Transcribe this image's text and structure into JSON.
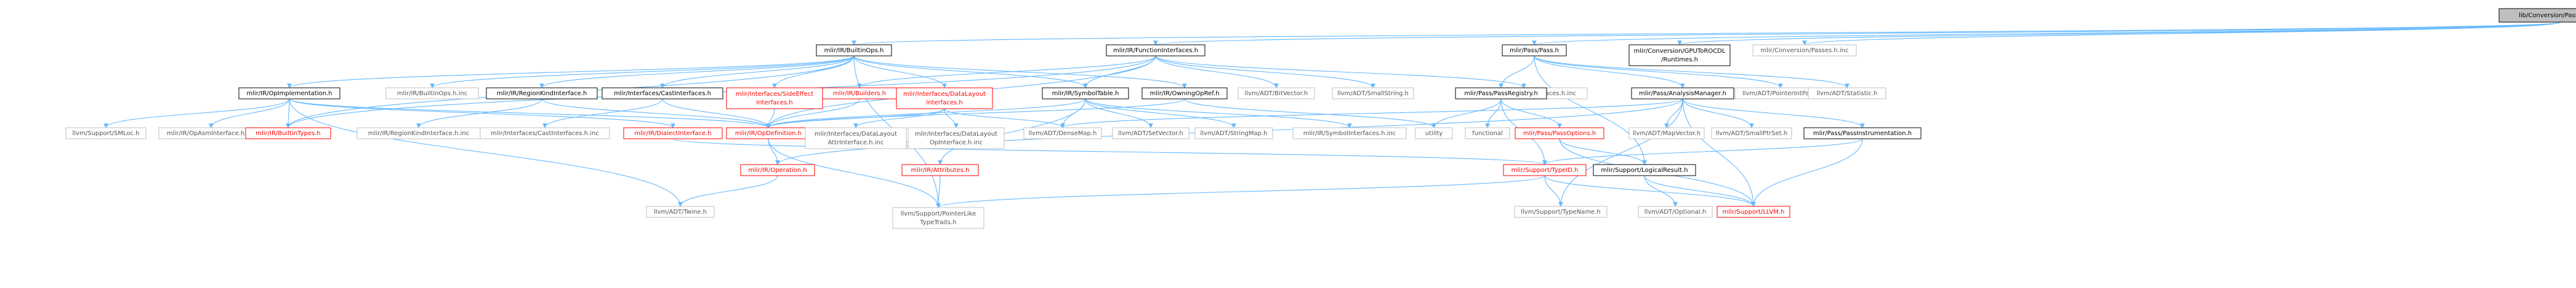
{
  "diagram": {
    "title": "lib/Conversion/PassDetail.h",
    "style": {
      "edge_color": "#63b8ff",
      "root_fill": "#bfbfbf",
      "normal_fill": "#ffffff",
      "normal_border": "#000000",
      "normal_text": "#000000",
      "external_border": "#bfbfbf",
      "external_text": "#555555",
      "truncated_border": "#ff0000",
      "truncated_text": "#ff0000"
    },
    "nodes": [
      {
        "id": "root",
        "label": [
          "lib/Conversion/PassDetail.h"
        ],
        "kind": "root"
      },
      {
        "id": "builtinops",
        "label": [
          "mlir/IR/BuiltinOps.h"
        ],
        "kind": "normal"
      },
      {
        "id": "funcifaces",
        "label": [
          "mlir/IR/FunctionInterfaces.h"
        ],
        "kind": "normal"
      },
      {
        "id": "passh",
        "label": [
          "mlir/Pass/Pass.h"
        ],
        "kind": "normal"
      },
      {
        "id": "gpurocdl",
        "label": [
          "mlir/Conversion/GPUToROCDL",
          "/Runtimes.h"
        ],
        "kind": "normal"
      },
      {
        "id": "convpassesinc",
        "label": [
          "mlir/Conversion/Passes.h.inc"
        ],
        "kind": "external"
      },
      {
        "id": "opimpl",
        "label": [
          "mlir/IR/OpImplementation.h"
        ],
        "kind": "normal"
      },
      {
        "id": "builtinopsinc",
        "label": [
          "mlir/IR/BuiltinOps.h.inc"
        ],
        "kind": "external"
      },
      {
        "id": "regionkind",
        "label": [
          "mlir/IR/RegionKindInterface.h"
        ],
        "kind": "normal"
      },
      {
        "id": "castifaces",
        "label": [
          "mlir/Interfaces/CastInterfaces.h"
        ],
        "kind": "normal"
      },
      {
        "id": "sideeffect",
        "label": [
          "mlir/Interfaces/SideEffect",
          "Interfaces.h"
        ],
        "kind": "truncated"
      },
      {
        "id": "builders",
        "label": [
          "mlir/IR/Builders.h"
        ],
        "kind": "truncated"
      },
      {
        "id": "datalayout",
        "label": [
          "mlir/Interfaces/DataLayout",
          "Interfaces.h"
        ],
        "kind": "truncated"
      },
      {
        "id": "symboltable",
        "label": [
          "mlir/IR/SymbolTable.h"
        ],
        "kind": "normal"
      },
      {
        "id": "owningop",
        "label": [
          "mlir/IR/OwningOpRef.h"
        ],
        "kind": "normal"
      },
      {
        "id": "bitvector",
        "label": [
          "llvm/ADT/BitVector.h"
        ],
        "kind": "external"
      },
      {
        "id": "smallstring",
        "label": [
          "llvm/ADT/SmallString.h"
        ],
        "kind": "external"
      },
      {
        "id": "funcopifaceinc",
        "label": [
          "mlir/IR/FunctionOpInterfaces.h.inc"
        ],
        "kind": "external"
      },
      {
        "id": "passregistry",
        "label": [
          "mlir/Pass/PassRegistry.h"
        ],
        "kind": "normal"
      },
      {
        "id": "analysismgr",
        "label": [
          "mlir/Pass/AnalysisManager.h"
        ],
        "kind": "normal"
      },
      {
        "id": "pointerintpair",
        "label": [
          "llvm/ADT/PointerIntPair.h"
        ],
        "kind": "external"
      },
      {
        "id": "statistic",
        "label": [
          "llvm/ADT/Statistic.h"
        ],
        "kind": "external"
      },
      {
        "id": "smloc",
        "label": [
          "llvm/Support/SMLoc.h"
        ],
        "kind": "external"
      },
      {
        "id": "opasminc",
        "label": [
          "mlir/IR/OpAsmInterface.h.inc"
        ],
        "kind": "external"
      },
      {
        "id": "builtintypes",
        "label": [
          "mlir/IR/BuiltinTypes.h"
        ],
        "kind": "truncated"
      },
      {
        "id": "regionkindinc",
        "label": [
          "mlir/IR/RegionKindInterface.h.inc"
        ],
        "kind": "external"
      },
      {
        "id": "castifacesinc",
        "label": [
          "mlir/Interfaces/CastInterfaces.h.inc"
        ],
        "kind": "external"
      },
      {
        "id": "dialectiface",
        "label": [
          "mlir/IR/DialectInterface.h"
        ],
        "kind": "truncated"
      },
      {
        "id": "opdef",
        "label": [
          "mlir/IR/OpDefinition.h"
        ],
        "kind": "truncated"
      },
      {
        "id": "dlattrinc",
        "label": [
          "mlir/Interfaces/DataLayout",
          "AttrInterface.h.inc"
        ],
        "kind": "external"
      },
      {
        "id": "dlopinc",
        "label": [
          "mlir/Interfaces/DataLayout",
          "OpInterface.h.inc"
        ],
        "kind": "external"
      },
      {
        "id": "densemap",
        "label": [
          "llvm/ADT/DenseMap.h"
        ],
        "kind": "external"
      },
      {
        "id": "setvector",
        "label": [
          "llvm/ADT/SetVector.h"
        ],
        "kind": "external"
      },
      {
        "id": "stringmap",
        "label": [
          "llvm/ADT/StringMap.h"
        ],
        "kind": "external"
      },
      {
        "id": "symifaceinc",
        "label": [
          "mlir/IR/SymbolInterfaces.h.inc"
        ],
        "kind": "external"
      },
      {
        "id": "utility",
        "label": [
          "utility"
        ],
        "kind": "external"
      },
      {
        "id": "functional",
        "label": [
          "functional"
        ],
        "kind": "external"
      },
      {
        "id": "passoptions",
        "label": [
          "mlir/Pass/PassOptions.h"
        ],
        "kind": "truncated"
      },
      {
        "id": "mapvector",
        "label": [
          "llvm/ADT/MapVector.h"
        ],
        "kind": "external"
      },
      {
        "id": "smallptrset",
        "label": [
          "llvm/ADT/SmallPtrSet.h"
        ],
        "kind": "external"
      },
      {
        "id": "passinstr",
        "label": [
          "mlir/Pass/PassInstrumentation.h"
        ],
        "kind": "normal"
      },
      {
        "id": "operation",
        "label": [
          "mlir/IR/Operation.h"
        ],
        "kind": "truncated"
      },
      {
        "id": "attributes",
        "label": [
          "mlir/IR/Attributes.h"
        ],
        "kind": "truncated"
      },
      {
        "id": "typeid",
        "label": [
          "mlir/Support/TypeID.h"
        ],
        "kind": "truncated"
      },
      {
        "id": "logicalresult",
        "label": [
          "mlir/Support/LogicalResult.h"
        ],
        "kind": "normal"
      },
      {
        "id": "twine",
        "label": [
          "llvm/ADT/Twine.h"
        ],
        "kind": "external"
      },
      {
        "id": "pointerlike",
        "label": [
          "llvm/Support/PointerLike",
          "TypeTraits.h"
        ],
        "kind": "external"
      },
      {
        "id": "typename",
        "label": [
          "llvm/Support/TypeName.h"
        ],
        "kind": "external"
      },
      {
        "id": "optional",
        "label": [
          "llvm/ADT/Optional.h"
        ],
        "kind": "external"
      },
      {
        "id": "supportllvm",
        "label": [
          "mlir/Support/LLVM.h"
        ],
        "kind": "truncated"
      }
    ],
    "edges": [
      [
        "root",
        "builtinops"
      ],
      [
        "root",
        "funcifaces"
      ],
      [
        "root",
        "passh"
      ],
      [
        "root",
        "gpurocdl"
      ],
      [
        "root",
        "convpassesinc"
      ],
      [
        "builtinops",
        "opimpl"
      ],
      [
        "builtinops",
        "builtinopsinc"
      ],
      [
        "builtinops",
        "regionkind"
      ],
      [
        "builtinops",
        "castifaces"
      ],
      [
        "builtinops",
        "sideeffect"
      ],
      [
        "builtinops",
        "datalayout"
      ],
      [
        "builtinops",
        "symboltable"
      ],
      [
        "builtinops",
        "owningop"
      ],
      [
        "builtinops",
        "pointerlike"
      ],
      [
        "builtinops",
        "builtintypes"
      ],
      [
        "funcifaces",
        "builders"
      ],
      [
        "funcifaces",
        "symboltable"
      ],
      [
        "funcifaces",
        "opdef"
      ],
      [
        "funcifaces",
        "bitvector"
      ],
      [
        "funcifaces",
        "smallstring"
      ],
      [
        "funcifaces",
        "funcopifaceinc"
      ],
      [
        "funcifaces",
        "builtintypes"
      ],
      [
        "passh",
        "passregistry"
      ],
      [
        "passh",
        "analysismgr"
      ],
      [
        "passh",
        "pointerintpair"
      ],
      [
        "passh",
        "statistic"
      ],
      [
        "passh",
        "logicalresult"
      ],
      [
        "opimpl",
        "smloc"
      ],
      [
        "opimpl",
        "opasminc"
      ],
      [
        "opimpl",
        "builtintypes"
      ],
      [
        "opimpl",
        "dialectiface"
      ],
      [
        "opimpl",
        "opdef"
      ],
      [
        "opimpl",
        "twine"
      ],
      [
        "regionkind",
        "regionkindinc"
      ],
      [
        "regionkind",
        "opdef"
      ],
      [
        "castifaces",
        "castifacesinc"
      ],
      [
        "castifaces",
        "opdef"
      ],
      [
        "sideeffect",
        "opdef"
      ],
      [
        "builders",
        "opdef"
      ],
      [
        "datalayout",
        "opdef"
      ],
      [
        "datalayout",
        "dlattrinc"
      ],
      [
        "datalayout",
        "dlopinc"
      ],
      [
        "datalayout",
        "densemap"
      ],
      [
        "symboltable",
        "attributes"
      ],
      [
        "symboltable",
        "opdef"
      ],
      [
        "symboltable",
        "densemap"
      ],
      [
        "symboltable",
        "setvector"
      ],
      [
        "symboltable",
        "stringmap"
      ],
      [
        "symboltable",
        "symifaceinc"
      ],
      [
        "owningop",
        "opdef"
      ],
      [
        "owningop",
        "utility"
      ],
      [
        "passregistry",
        "utility"
      ],
      [
        "passregistry",
        "functional"
      ],
      [
        "passregistry",
        "passoptions"
      ],
      [
        "passregistry",
        "typeid"
      ],
      [
        "analysismgr",
        "operation"
      ],
      [
        "analysismgr",
        "passinstr"
      ],
      [
        "analysismgr",
        "densemap"
      ],
      [
        "analysismgr",
        "mapvector"
      ],
      [
        "analysismgr",
        "smallptrset"
      ],
      [
        "analysismgr",
        "typename"
      ],
      [
        "analysismgr",
        "supportllvm"
      ],
      [
        "passoptions",
        "logicalresult"
      ],
      [
        "passoptions",
        "supportllvm"
      ],
      [
        "passinstr",
        "typeid"
      ],
      [
        "passinstr",
        "supportllvm"
      ],
      [
        "dialectiface",
        "typeid"
      ],
      [
        "opdef",
        "operation"
      ],
      [
        "opdef",
        "pointerlike"
      ],
      [
        "operation",
        "twine"
      ],
      [
        "attributes",
        "pointerlike"
      ],
      [
        "typeid",
        "pointerlike"
      ],
      [
        "typeid",
        "typename"
      ],
      [
        "typeid",
        "supportllvm"
      ],
      [
        "logicalresult",
        "optional"
      ],
      [
        "logicalresult",
        "supportllvm"
      ]
    ]
  }
}
